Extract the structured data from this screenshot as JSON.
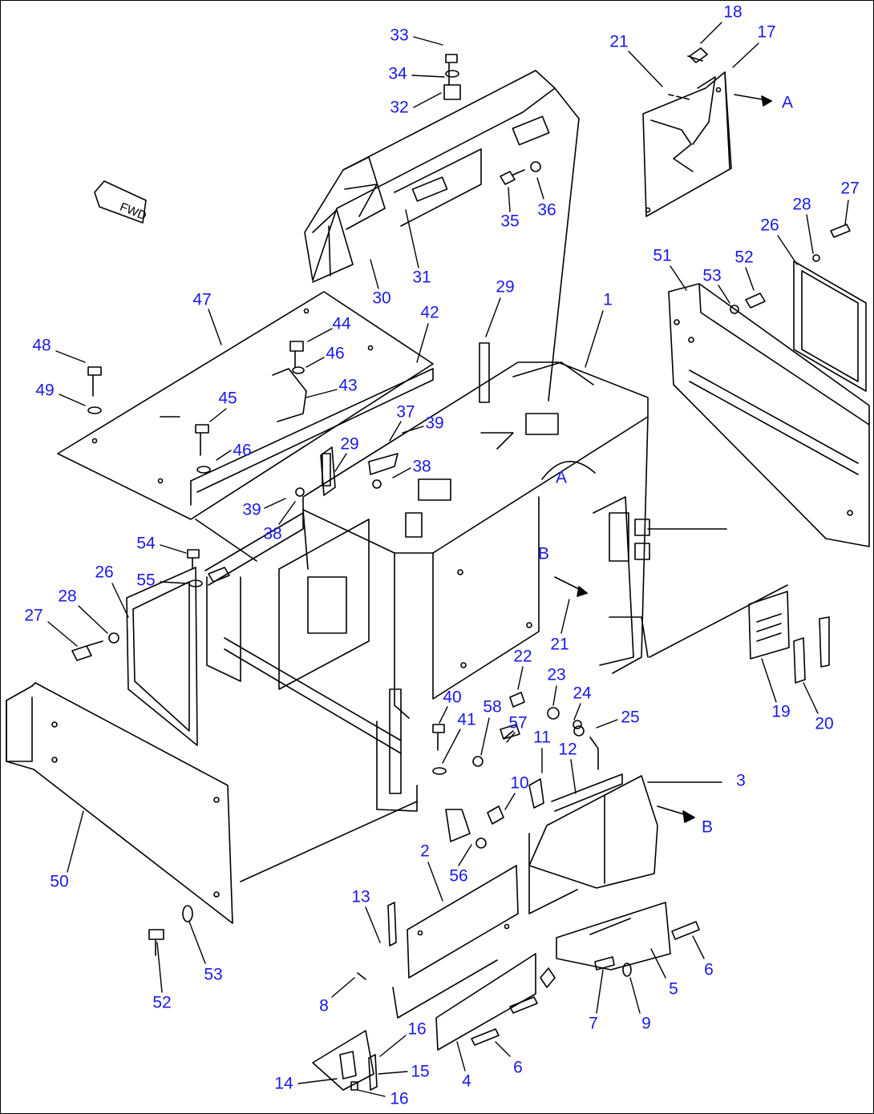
{
  "colors": {
    "callout": "#1a1ae6",
    "line": "#000000",
    "background": "#ffffff"
  },
  "orientation_sign": {
    "text": "FWD"
  },
  "callouts": [
    {
      "label": "33"
    },
    {
      "label": "34"
    },
    {
      "label": "32"
    },
    {
      "label": "18"
    },
    {
      "label": "21"
    },
    {
      "label": "17"
    },
    {
      "label": "A"
    },
    {
      "label": "35"
    },
    {
      "label": "36"
    },
    {
      "label": "28"
    },
    {
      "label": "27"
    },
    {
      "label": "26"
    },
    {
      "label": "31"
    },
    {
      "label": "30"
    },
    {
      "label": "51"
    },
    {
      "label": "53"
    },
    {
      "label": "52"
    },
    {
      "label": "47"
    },
    {
      "label": "44"
    },
    {
      "label": "42"
    },
    {
      "label": "29"
    },
    {
      "label": "1"
    },
    {
      "label": "48"
    },
    {
      "label": "46"
    },
    {
      "label": "43"
    },
    {
      "label": "49"
    },
    {
      "label": "45"
    },
    {
      "label": "37"
    },
    {
      "label": "39"
    },
    {
      "label": "46"
    },
    {
      "label": "29"
    },
    {
      "label": "38"
    },
    {
      "label": "A"
    },
    {
      "label": "39"
    },
    {
      "label": "38"
    },
    {
      "label": "54"
    },
    {
      "label": "26"
    },
    {
      "label": "55"
    },
    {
      "label": "B"
    },
    {
      "label": "28"
    },
    {
      "label": "27"
    },
    {
      "label": "21"
    },
    {
      "label": "22"
    },
    {
      "label": "23"
    },
    {
      "label": "24"
    },
    {
      "label": "25"
    },
    {
      "label": "19"
    },
    {
      "label": "20"
    },
    {
      "label": "40"
    },
    {
      "label": "58"
    },
    {
      "label": "41"
    },
    {
      "label": "57"
    },
    {
      "label": "11"
    },
    {
      "label": "12"
    },
    {
      "label": "3"
    },
    {
      "label": "10"
    },
    {
      "label": "B"
    },
    {
      "label": "2"
    },
    {
      "label": "56"
    },
    {
      "label": "50"
    },
    {
      "label": "13"
    },
    {
      "label": "6"
    },
    {
      "label": "5"
    },
    {
      "label": "52"
    },
    {
      "label": "53"
    },
    {
      "label": "8"
    },
    {
      "label": "7"
    },
    {
      "label": "9"
    },
    {
      "label": "16"
    },
    {
      "label": "15"
    },
    {
      "label": "6"
    },
    {
      "label": "14"
    },
    {
      "label": "4"
    },
    {
      "label": "16"
    }
  ]
}
